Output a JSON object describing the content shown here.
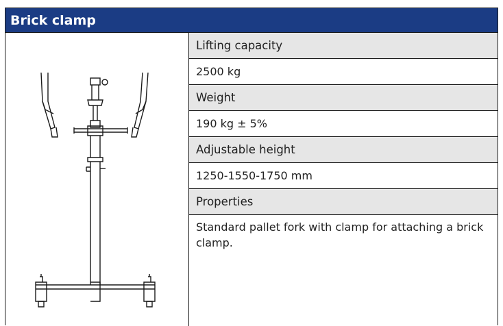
{
  "title": "Brick clamp",
  "specs": [
    {
      "label": "Lifting capacity",
      "value": "2500 kg"
    },
    {
      "label": "Weight",
      "value": "190 kg ± 5%"
    },
    {
      "label": "Adjustable height",
      "value": "1250-1550-1750 mm"
    },
    {
      "label": "Properties",
      "value": "Standard pallet fork with clamp for attaching a brick clamp."
    }
  ],
  "colors": {
    "header_bg": "#1b3c84",
    "label_bg": "#e6e6e6",
    "border": "#1a1a1a"
  }
}
